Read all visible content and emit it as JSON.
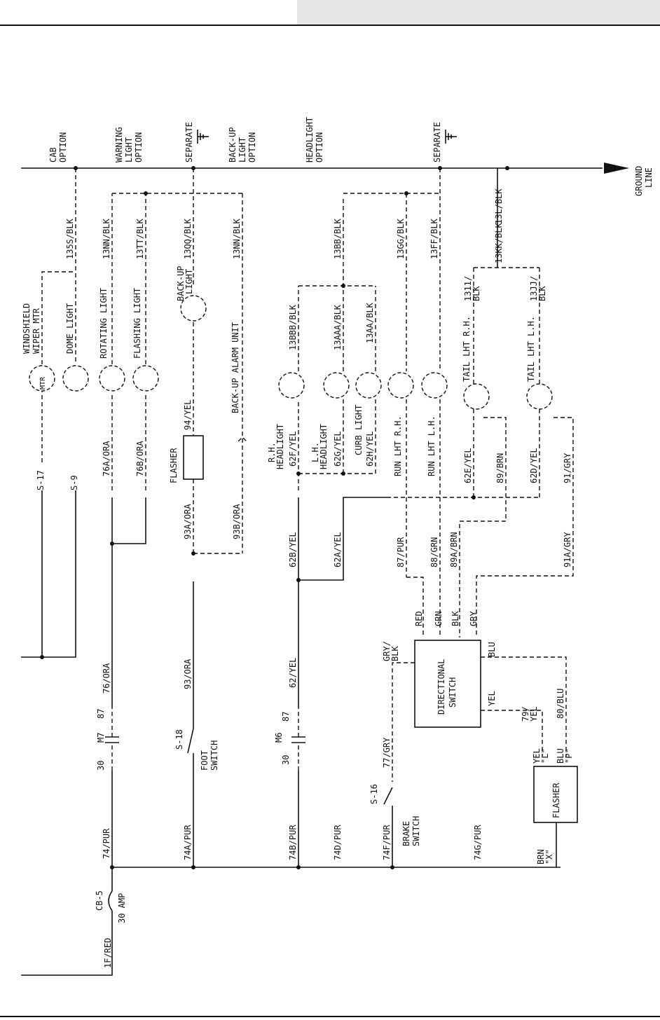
{
  "header": {
    "tab_color": "#e6e6e6"
  },
  "ground_line": {
    "label_1": "GROUND",
    "label_2": "LINE"
  },
  "options": [
    {
      "lines": [
        "CAB",
        "OPTION"
      ]
    },
    {
      "lines": [
        "WARNING",
        "LIGHT",
        "OPTION"
      ]
    },
    {
      "lines": [
        "SEPARATE"
      ]
    },
    {
      "lines": [
        "BACK-UP",
        "LIGHT",
        "OPTION"
      ]
    },
    {
      "lines": [
        "HEADLIGHT",
        "OPTION"
      ]
    },
    {
      "lines": [
        "SEPARATE"
      ]
    }
  ],
  "components": {
    "windshield": [
      "WINDSHIELD",
      "WIPER MTR"
    ],
    "mtr": "MTR",
    "dome": "DOME LIGHT",
    "rotating": "ROTATING LIGHT",
    "flashing": "FLASHING LIGHT",
    "backup_light": [
      "BACK-UP",
      "LIGHT"
    ],
    "backup_alarm": "BACK-UP ALARM UNIT",
    "flasher_top": "FLASHER",
    "rh_headlight": [
      "R.H.",
      "HEADLIGHT"
    ],
    "lh_headlight": [
      "L.H.",
      "HEADLIGHT"
    ],
    "curb": "CURB LIGHT",
    "run_rh": "RUN LHT R.H.",
    "run_lh": "RUN LHT L.H.",
    "tail_rh": "TAIL LHT R.H.",
    "tail_lh": "TAIL LHT L.H.",
    "directional": [
      "DIRECTIONAL",
      "SWITCH"
    ],
    "flasher_bottom": "FLASHER",
    "foot_switch": [
      "FOOT",
      "SWITCH"
    ],
    "brake_switch": [
      "BRAKE",
      "SWITCH"
    ],
    "cb5": "CB-5",
    "cb5_amp": "30 AMP",
    "s17": "S-17",
    "s9": "S-9",
    "s18": "S-18",
    "s16": "S-16",
    "m7": "M7",
    "m6": "M6"
  },
  "wires": {
    "w1": "1F/RED",
    "w2": "74/PUR",
    "w3": "74A/PUR",
    "w4": "74B/PUR",
    "w5": "74D/PUR",
    "w6": "74F/PUR",
    "w7": "74G/PUR",
    "w8": "76/ORA",
    "w9": "76A/ORA",
    "w10": "76B/ORA",
    "w11": "93/ORA",
    "w12": "93A/ORA",
    "w13": "93B/ORA",
    "w14": "94/YEL",
    "w15": "62/YEL",
    "w16": "62B/YEL",
    "w17": "62A/YEL",
    "w18": "62F/YEL",
    "w19": "62G/YEL",
    "w20": "62H/YEL",
    "w21": "62E/YEL",
    "w22": "62D/YEL",
    "w23": "87/PUR",
    "w24": "88/GRN",
    "w25": "89A/BRN",
    "w26": "89/BRN",
    "w27": "91/GRY",
    "w28": "91A/GRY",
    "w29": "77/GRY",
    "w30": "79/",
    "w31": "YEL",
    "w32": "80/BLU",
    "w33": "135S/BLK",
    "w34": "13NN/BLK",
    "w35": "13TT/BLK",
    "w36": "13QQ/BLK",
    "w37": "13NN/BLK",
    "w38": "13BB/BLK",
    "w39": "13GG/BLK",
    "w40": "13FF/BLK",
    "w41": "13KK/BLK",
    "w42": "13L/BLK",
    "w43": "13BBB/BLK",
    "w44": "13AAA/BLK",
    "w45": "13AA/BLK",
    "w46": "1311/",
    "w47": "BLK",
    "w48": "13JJ/",
    "w49": "BLK"
  },
  "pins": {
    "p30a": "30",
    "p87a": "87",
    "p30b": "30",
    "p87b": "87",
    "red": "RED",
    "grn": "GRN",
    "blk": "BLK",
    "gry": "GRY",
    "gryblk": [
      "GRY/",
      "BLK"
    ],
    "blu": "BLU",
    "yel": "YEL",
    "yel_l": [
      "YEL",
      "\"L\""
    ],
    "blu_p": [
      "BLU",
      "\"P\""
    ],
    "brn_x": [
      "BRN",
      "\"X\""
    ]
  }
}
